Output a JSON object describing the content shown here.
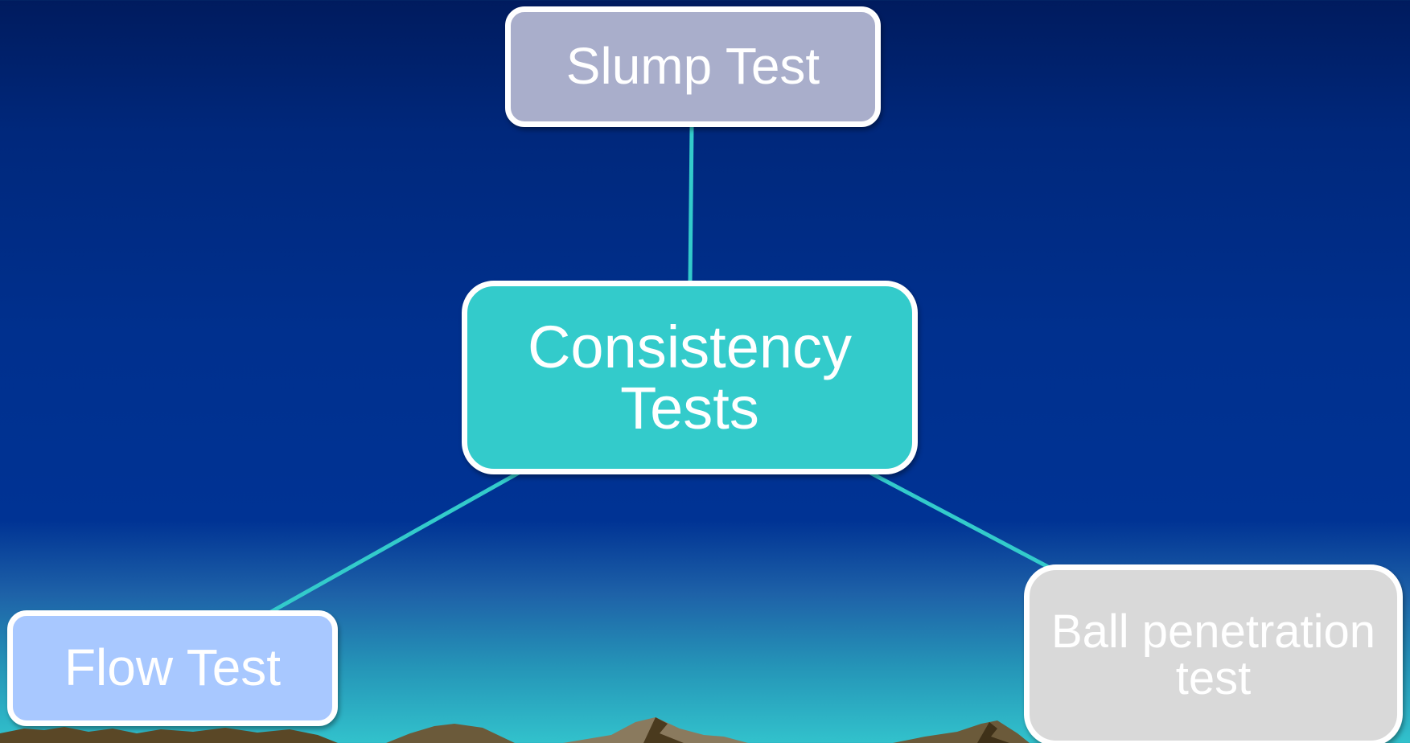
{
  "diagram": {
    "center": {
      "label": "Consistency\nTests",
      "line1": "Consistency",
      "line2": "Tests",
      "color": "#33cbcb"
    },
    "children": [
      {
        "id": "slump",
        "label": "Slump Test",
        "color": "#a9aecb"
      },
      {
        "id": "flow",
        "label": "Flow Test",
        "color": "#a8c8ff"
      },
      {
        "id": "ball",
        "line1": "Ball penetration",
        "line2": "test",
        "color": "#d9d9d9"
      }
    ],
    "connector_color": "#33cbcb"
  }
}
